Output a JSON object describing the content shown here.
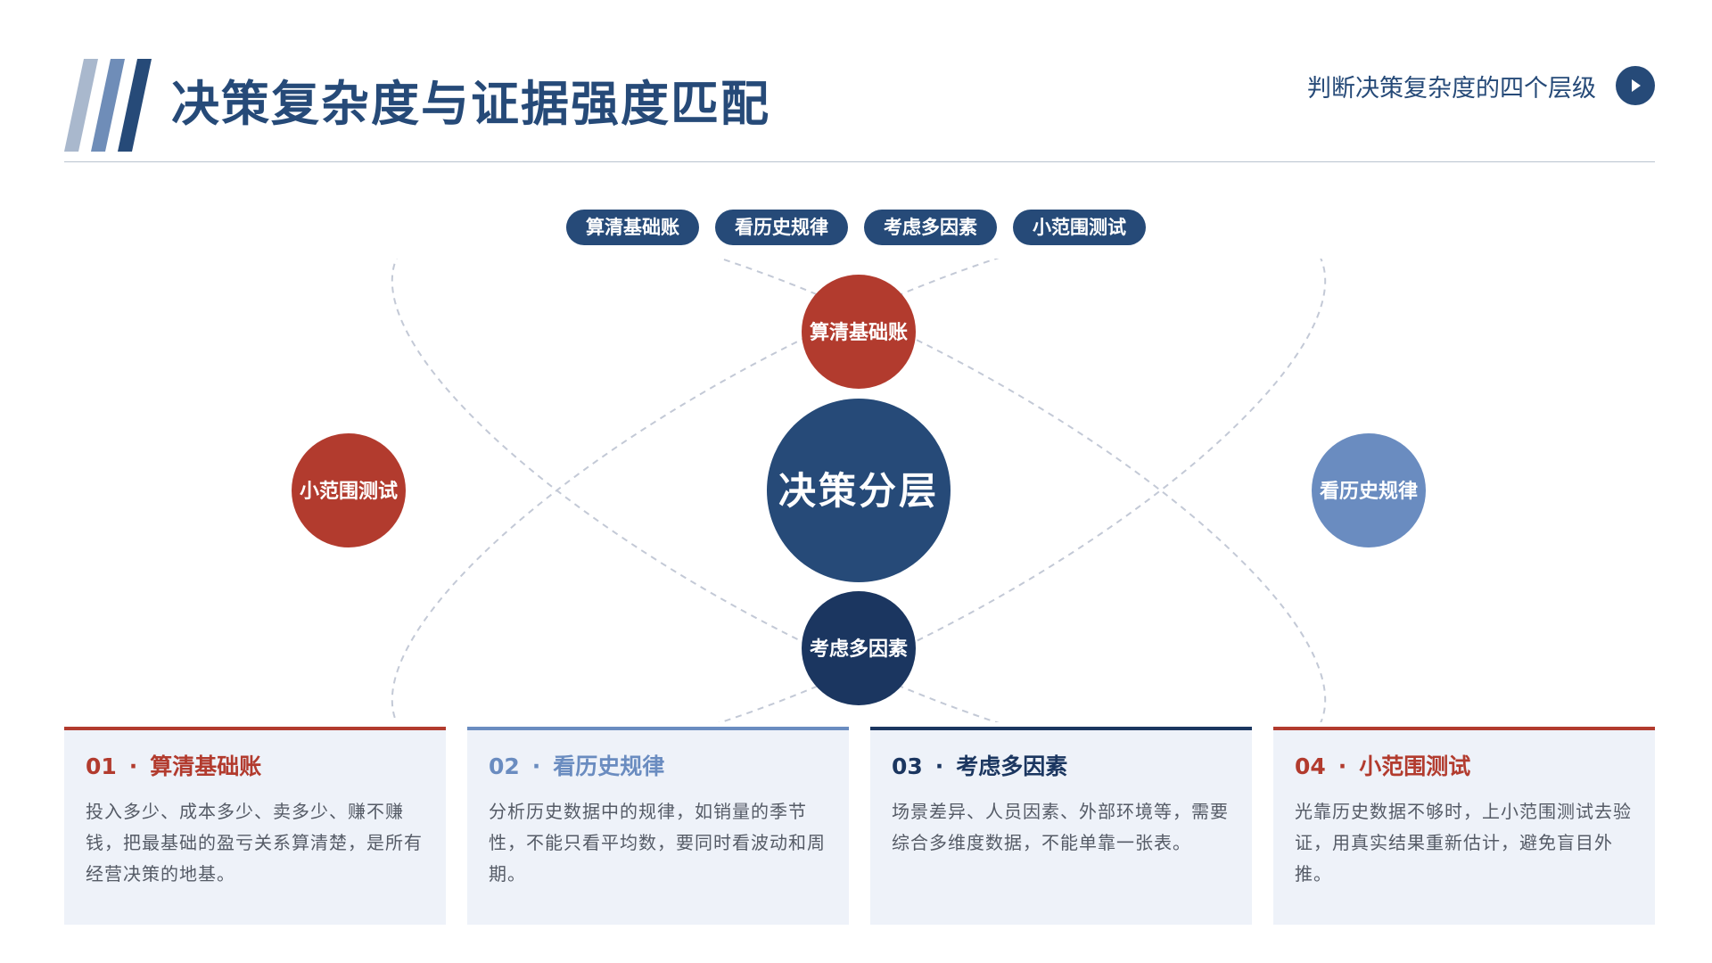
{
  "header": {
    "title": "决策复杂度与证据强度匹配",
    "subtitle": "判断决策复杂度的四个层级",
    "play_icon": "play-icon"
  },
  "pills": [
    {
      "label": "算清基础账"
    },
    {
      "label": "看历史规律"
    },
    {
      "label": "考虑多因素"
    },
    {
      "label": "小范围测试"
    }
  ],
  "diagram": {
    "center": "决策分层",
    "nodes": [
      {
        "label": "算清基础账",
        "color": "#b23b2e"
      },
      {
        "label": "看历史规律",
        "color": "#6a8cc0"
      },
      {
        "label": "考虑多因素",
        "color": "#1b3660"
      },
      {
        "label": "小范围测试",
        "color": "#b23b2e"
      }
    ],
    "center_color": "#264a78"
  },
  "cards": [
    {
      "num": "01",
      "dot": "·",
      "title": "算清基础账",
      "body": "投入多少、成本多少、卖多少、赚不赚钱，把最基础的盈亏关系算清楚，是所有经营决策的地基。",
      "color": "#b23b2e"
    },
    {
      "num": "02",
      "dot": "·",
      "title": "看历史规律",
      "body": "分析历史数据中的规律，如销量的季节性，不能只看平均数，要同时看波动和周期。",
      "color": "#6a8cc0"
    },
    {
      "num": "03",
      "dot": "·",
      "title": "考虑多因素",
      "body": "场景差异、人员因素、外部环境等，需要综合多维度数据，不能单靠一张表。",
      "color": "#1b3660"
    },
    {
      "num": "04",
      "dot": "·",
      "title": "小范围测试",
      "body": "光靠历史数据不够时，上小范围测试去验证，用真实结果重新估计，避免盲目外推。",
      "color": "#b23b2e"
    }
  ],
  "colors": {
    "primary": "#264a78",
    "red": "#b23b2e",
    "light_blue": "#6a8cc0",
    "dark_navy": "#1b3660",
    "card_bg": "#eef2f9"
  }
}
